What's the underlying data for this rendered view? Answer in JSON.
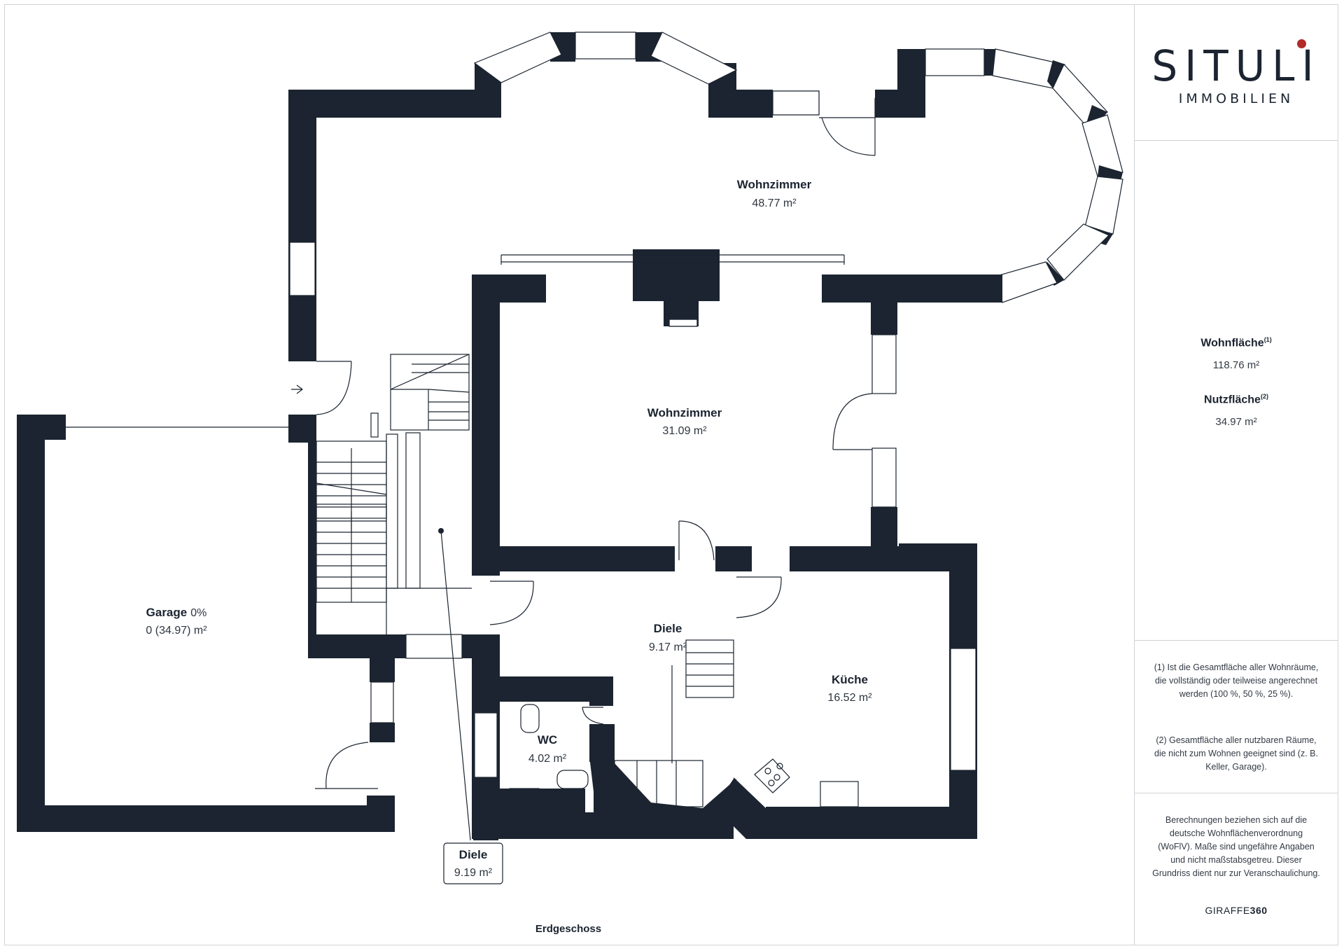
{
  "brand": {
    "name": "SITULI",
    "sub": "IMMOBILIEN",
    "accent": "#b22a2a"
  },
  "colors": {
    "wall": "#1b2430",
    "line": "#cfd3d8"
  },
  "stats": {
    "wohnflaeche_label": "Wohnfläche",
    "wohnflaeche_sup": "(1)",
    "wohnflaeche_value": "118.76 m²",
    "nutzflaeche_label": "Nutzfläche",
    "nutzflaeche_sup": "(2)",
    "nutzflaeche_value": "34.97 m²"
  },
  "notes": {
    "n1": "(1) Ist die Gesamtfläche aller Wohnräume, die vollständig oder teilweise angerechnet werden (100 %, 50 %, 25 %).",
    "n2": "(2) Gesamtfläche aller nutzbaren Räume, die nicht zum Wohnen geeignet sind (z. B. Keller, Garage).",
    "n3": "Berechnungen beziehen sich auf die deutsche Wohnflächenverordnung (WoFlV). Maße sind ungefähre Angaben und nicht maßstabsgetreu. Dieser Grundriss dient nur zur Veranschaulichung."
  },
  "footer": {
    "brand_a": "GIRAFFE",
    "brand_b": "360"
  },
  "floor": {
    "label": "Erdgeschoss"
  },
  "rooms": {
    "wohnzimmer1": {
      "name": "Wohnzimmer",
      "area": "48.77 m²"
    },
    "wohnzimmer2": {
      "name": "Wohnzimmer",
      "area": "31.09 m²"
    },
    "garage": {
      "name": "Garage",
      "pct": "0%",
      "area": "0 (34.97) m²"
    },
    "diele1": {
      "name": "Diele",
      "area": "9.17 m²"
    },
    "kueche": {
      "name": "Küche",
      "area": "16.52 m²"
    },
    "wc": {
      "name": "WC",
      "area": "4.02 m²"
    },
    "diele2": {
      "name": "Diele",
      "area": "9.19 m²"
    }
  }
}
